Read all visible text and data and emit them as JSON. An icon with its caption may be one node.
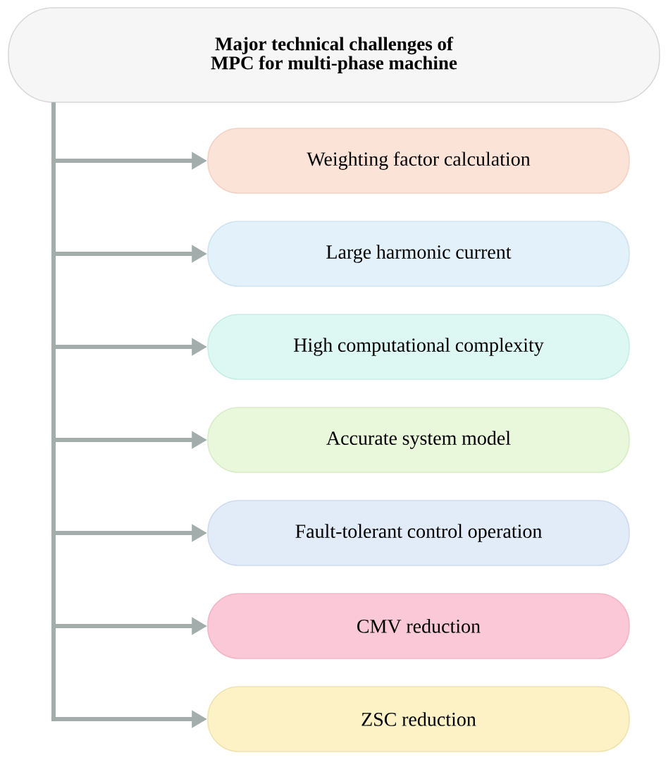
{
  "diagram": {
    "nodes": [
      {
        "text": [
          "Major technical challenges of MPC for multi-phase machine"
        ]
      },
      {
        "text": [
          "Weighting factor calculation"
        ]
      },
      {
        "text": [
          "Large harmonic current"
        ]
      },
      {
        "text": [
          "High computational complexity"
        ]
      },
      {
        "text": [
          "Accurate system model"
        ]
      },
      {
        "text": [
          "Fault-tolerant control operation"
        ]
      },
      {
        "text": [
          "CMV reduction"
        ]
      },
      {
        "text": [
          "ZSC reduction"
        ]
      }
    ],
    "edges": [
      {
        "from": 0,
        "to": 1,
        "arrow": "to"
      },
      {
        "from": 0,
        "to": 2,
        "arrow": "to"
      },
      {
        "from": 0,
        "to": 3,
        "arrow": "to"
      },
      {
        "from": 0,
        "to": 4,
        "arrow": "to"
      },
      {
        "from": 0,
        "to": 5,
        "arrow": "to"
      },
      {
        "from": 0,
        "to": 6,
        "arrow": "to"
      },
      {
        "from": 0,
        "to": 7,
        "arrow": "to"
      }
    ]
  }
}
